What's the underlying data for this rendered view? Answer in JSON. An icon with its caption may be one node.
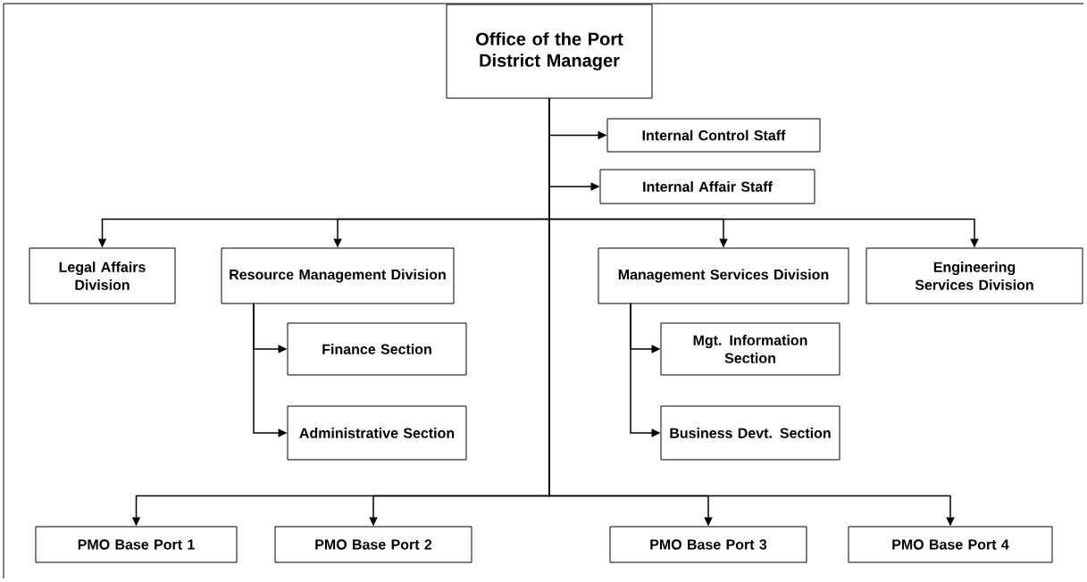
{
  "diagram": {
    "nodes": [
      {
        "text": [
          "Office of the Port District Manager"
        ]
      },
      {
        "text": [
          "Internal Control Staff"
        ]
      },
      {
        "text": [
          "Internal Affair Staff"
        ]
      },
      {
        "text": [
          "Legal Affairs Division"
        ]
      },
      {
        "text": [
          "Resource Management Division"
        ]
      },
      {
        "text": [
          "Management Services Division"
        ]
      },
      {
        "text": [
          "Engineering Services Division"
        ]
      },
      {
        "text": [
          "Finance Section"
        ]
      },
      {
        "text": [
          "Administrative Section"
        ]
      },
      {
        "text": [
          "Mgt. Information Section"
        ]
      },
      {
        "text": [
          "Business Devt. Section"
        ]
      },
      {
        "text": [
          "PMO Base Port 1"
        ]
      },
      {
        "text": [
          "PMO Base Port 2"
        ]
      },
      {
        "text": [
          "PMO Base Port 3"
        ]
      },
      {
        "text": [
          "PMO Base Port 4"
        ]
      }
    ],
    "edges": [
      {
        "from": 0,
        "to": 1,
        "arrow": "to"
      },
      {
        "from": 0,
        "to": 2,
        "arrow": "to"
      },
      {
        "from": 0,
        "to": 3,
        "arrow": "to"
      },
      {
        "from": 0,
        "to": 4,
        "arrow": "to"
      },
      {
        "from": 0,
        "to": 5,
        "arrow": "to"
      },
      {
        "from": 0,
        "to": 6,
        "arrow": "to"
      },
      {
        "from": 4,
        "to": 7,
        "arrow": "to"
      },
      {
        "from": 4,
        "to": 8,
        "arrow": "to"
      },
      {
        "from": 5,
        "to": 9,
        "arrow": "to"
      },
      {
        "from": 5,
        "to": 10,
        "arrow": "to"
      },
      {
        "from": 0,
        "to": 11,
        "arrow": "to"
      },
      {
        "from": 0,
        "to": 12,
        "arrow": "to"
      },
      {
        "from": 0,
        "to": 13,
        "arrow": "to"
      },
      {
        "from": 0,
        "to": 14,
        "arrow": "to"
      }
    ]
  }
}
